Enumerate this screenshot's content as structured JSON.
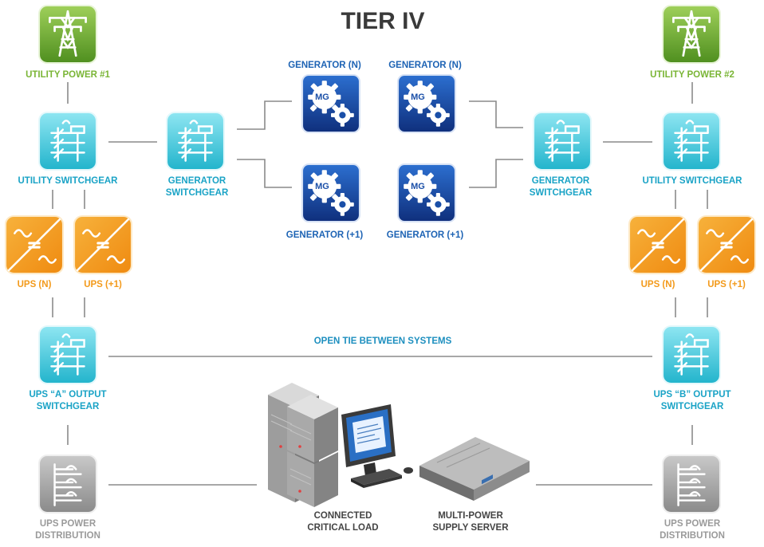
{
  "title": "TIER IV",
  "labels": {
    "utility_power_1": "UTILITY POWER #1",
    "utility_power_2": "UTILITY POWER #2",
    "utility_switchgear_left": "UTILITY SWITCHGEAR",
    "utility_switchgear_right": "UTILITY SWITCHGEAR",
    "generator_switchgear_left": [
      "GENERATOR",
      "SWITCHGEAR"
    ],
    "generator_switchgear_right": [
      "GENERATOR",
      "SWITCHGEAR"
    ],
    "generator_n_1": "GENERATOR (N)",
    "generator_n_2": "GENERATOR (N)",
    "generator_p1_1": "GENERATOR (+1)",
    "generator_p1_2": "GENERATOR (+1)",
    "generator_badge": "MG",
    "ups_n_left": "UPS (N)",
    "ups_p1_left": "UPS (+1)",
    "ups_n_right": "UPS (N)",
    "ups_p1_right": "UPS (+1)",
    "ups_a_output": [
      "UPS “A” OUTPUT",
      "SWITCHGEAR"
    ],
    "ups_b_output": [
      "UPS “B” OUTPUT",
      "SWITCHGEAR"
    ],
    "open_tie": "OPEN TIE BETWEEN SYSTEMS",
    "ups_power_dist_left": [
      "UPS POWER",
      "DISTRIBUTION"
    ],
    "ups_power_dist_right": [
      "UPS POWER",
      "DISTRIBUTION"
    ],
    "connected_load": [
      "CONNECTED",
      "CRITICAL LOAD"
    ],
    "multi_power": [
      "MULTI-POWER",
      "SUPPLY SERVER"
    ]
  },
  "colors": {
    "utility": "#6aaa2e",
    "switchgear": "#2ec3d8",
    "ups": "#f39a1b",
    "generator": "#1a4fa8",
    "distribution": "#8f8f8f",
    "line": "#7a7a7a"
  },
  "icons": {
    "utility": "power-tower-icon",
    "switchgear": "switchgear-icon",
    "ups": "ups-converter-icon",
    "generator": "motor-generator-icon",
    "distribution": "power-distribution-icon"
  }
}
